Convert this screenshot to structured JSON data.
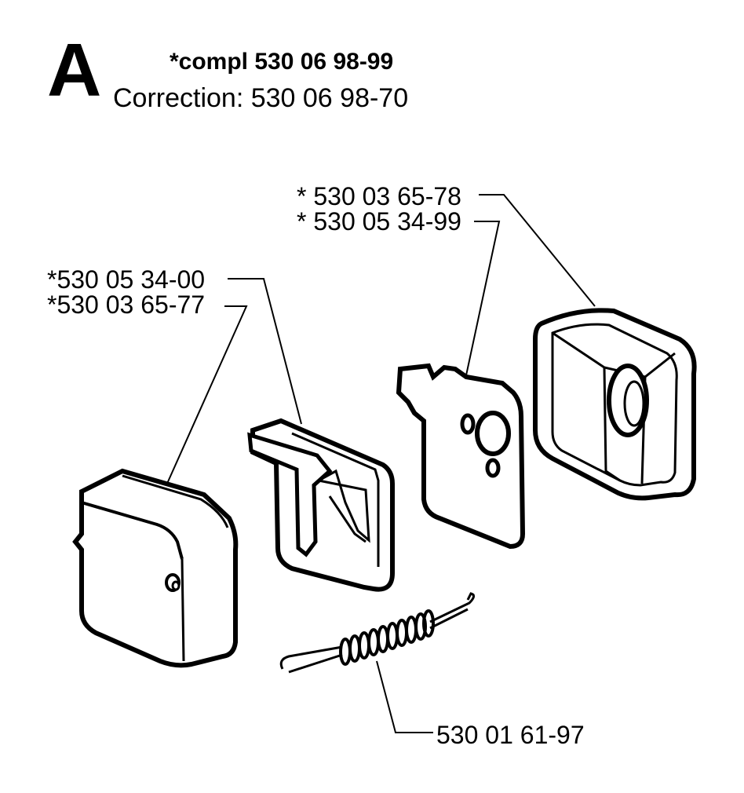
{
  "header": {
    "section_letter": "A",
    "compl_title": "*compl 530 06 98-99",
    "correction": "Correction: 530 06 98-70"
  },
  "parts": {
    "box_cover_label_1": "* 530 03 65-78",
    "box_cover_label_2": "* 530 05 34-99",
    "filter_label_1": "*530 05 34-00",
    "filter_label_2": "*530 03 65-77",
    "spring_label": "530 01 61-97"
  }
}
